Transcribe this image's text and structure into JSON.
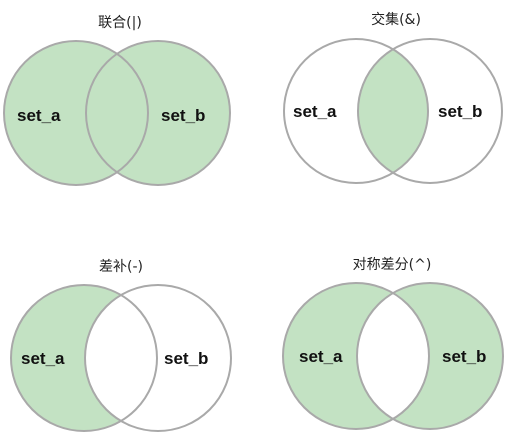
{
  "colors": {
    "fill": "#c3e2c3",
    "outline": "#a9a9a9",
    "background": "#ffffff"
  },
  "panels": [
    {
      "id": "union",
      "title": "联合(|)",
      "label_a": "set_a",
      "label_b": "set_b",
      "shaded": "union"
    },
    {
      "id": "intersection",
      "title": "交集(&)",
      "label_a": "set_a",
      "label_b": "set_b",
      "shaded": "intersection"
    },
    {
      "id": "difference",
      "title": "差补(-)",
      "label_a": "set_a",
      "label_b": "set_b",
      "shaded": "difference"
    },
    {
      "id": "symmetric-difference",
      "title": "对称差分(^)",
      "label_a": "set_a",
      "label_b": "set_b",
      "shaded": "symmetric-difference"
    }
  ]
}
